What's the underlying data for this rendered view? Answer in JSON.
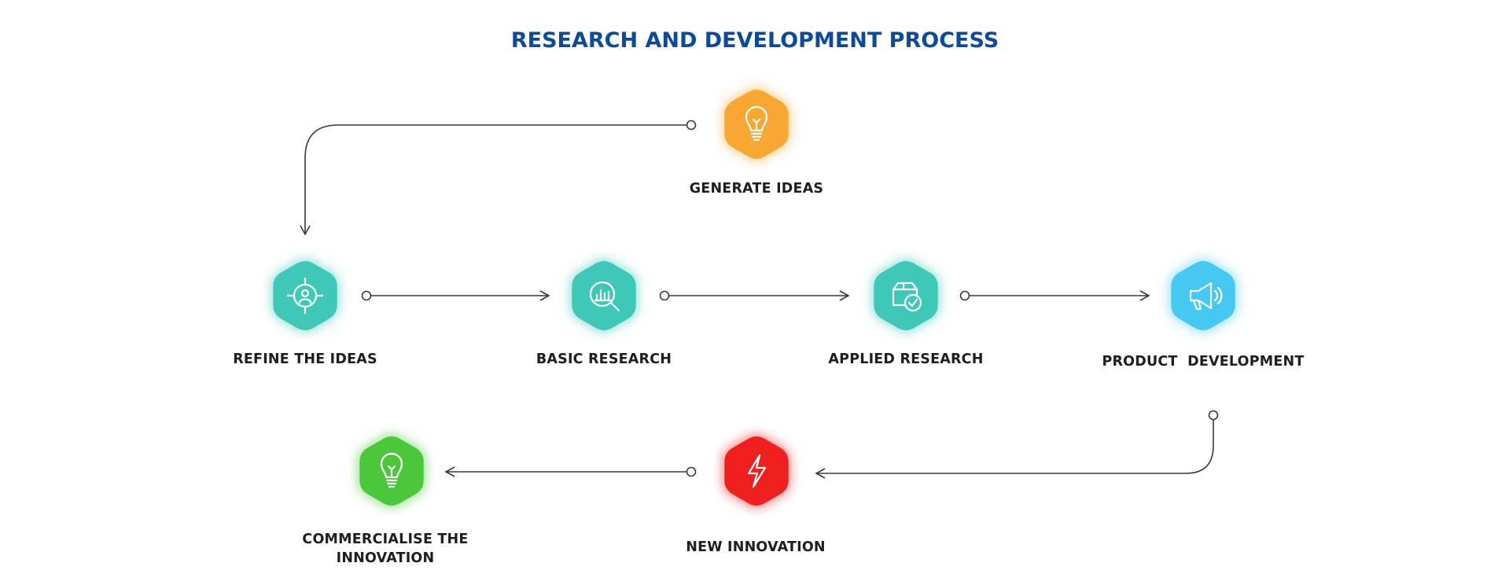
{
  "title": "RESEARCH AND DEVELOPMENT PROCESS",
  "colors": {
    "title": "#0e4a9a",
    "label": "#1e1e1e",
    "orange": "#f8a832",
    "teal": "#3fc8b8",
    "sky": "#45c8f2",
    "red": "#ef1f1f",
    "green": "#4cc63a"
  },
  "steps": [
    {
      "id": "generate-ideas",
      "label": "GENERATE IDEAS",
      "color": "#f8a832",
      "icon": "lightbulb-icon"
    },
    {
      "id": "refine-ideas",
      "label": "REFINE THE IDEAS",
      "color": "#3fc8b8",
      "icon": "target-person-icon"
    },
    {
      "id": "basic-research",
      "label": "BASIC RESEARCH",
      "color": "#3fc8b8",
      "icon": "chart-magnifier-icon"
    },
    {
      "id": "applied-research",
      "label": "APPLIED RESEARCH",
      "color": "#3fc8b8",
      "icon": "box-check-icon"
    },
    {
      "id": "product-development",
      "label": "PRODUCT  DEVELOPMENT",
      "color": "#45c8f2",
      "icon": "megaphone-icon"
    },
    {
      "id": "new-innovation",
      "label": "NEW INNOVATION",
      "color": "#ef1f1f",
      "icon": "lightning-icon"
    },
    {
      "id": "commercialise",
      "label_lines": [
        "COMMERCIALISE THE",
        "INNOVATION"
      ],
      "color": "#4cc63a",
      "icon": "lightbulb-icon"
    }
  ]
}
